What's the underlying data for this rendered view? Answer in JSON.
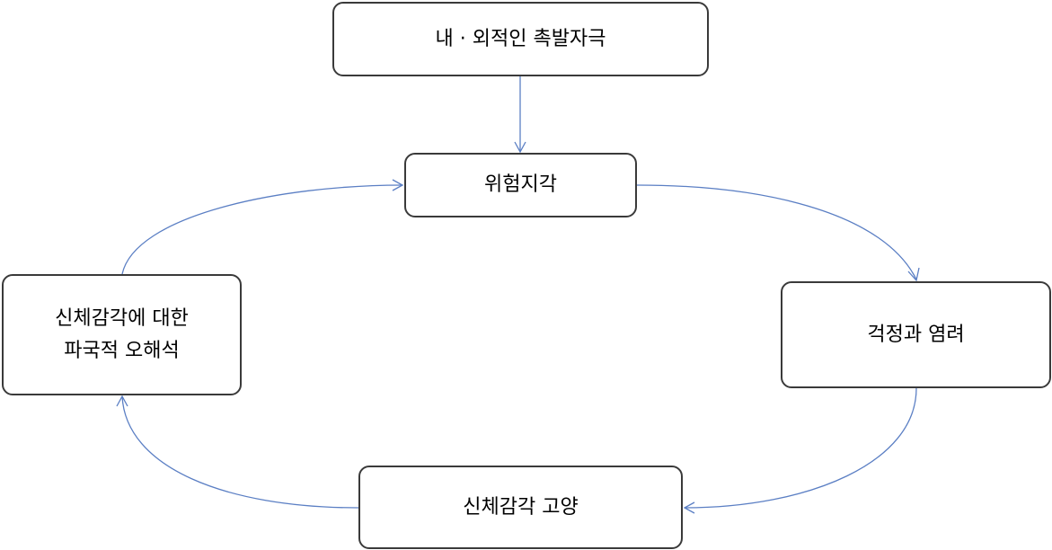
{
  "diagram": {
    "nodes": {
      "trigger": "내 · 외적인 촉발자극",
      "threat": "위험지각",
      "worry": "걱정과 염려",
      "arousal": "신체감각 고양",
      "misinterpretation_line1": "신체감각에 대한",
      "misinterpretation_line2": "파국적 오해석"
    },
    "edges": [
      {
        "from": "trigger",
        "to": "threat"
      },
      {
        "from": "threat",
        "to": "worry"
      },
      {
        "from": "worry",
        "to": "arousal"
      },
      {
        "from": "arousal",
        "to": "misinterpretation"
      },
      {
        "from": "misinterpretation",
        "to": "threat"
      }
    ],
    "colors": {
      "arrow": "#5b7fc4",
      "box_border": "#3a3a3a"
    }
  }
}
